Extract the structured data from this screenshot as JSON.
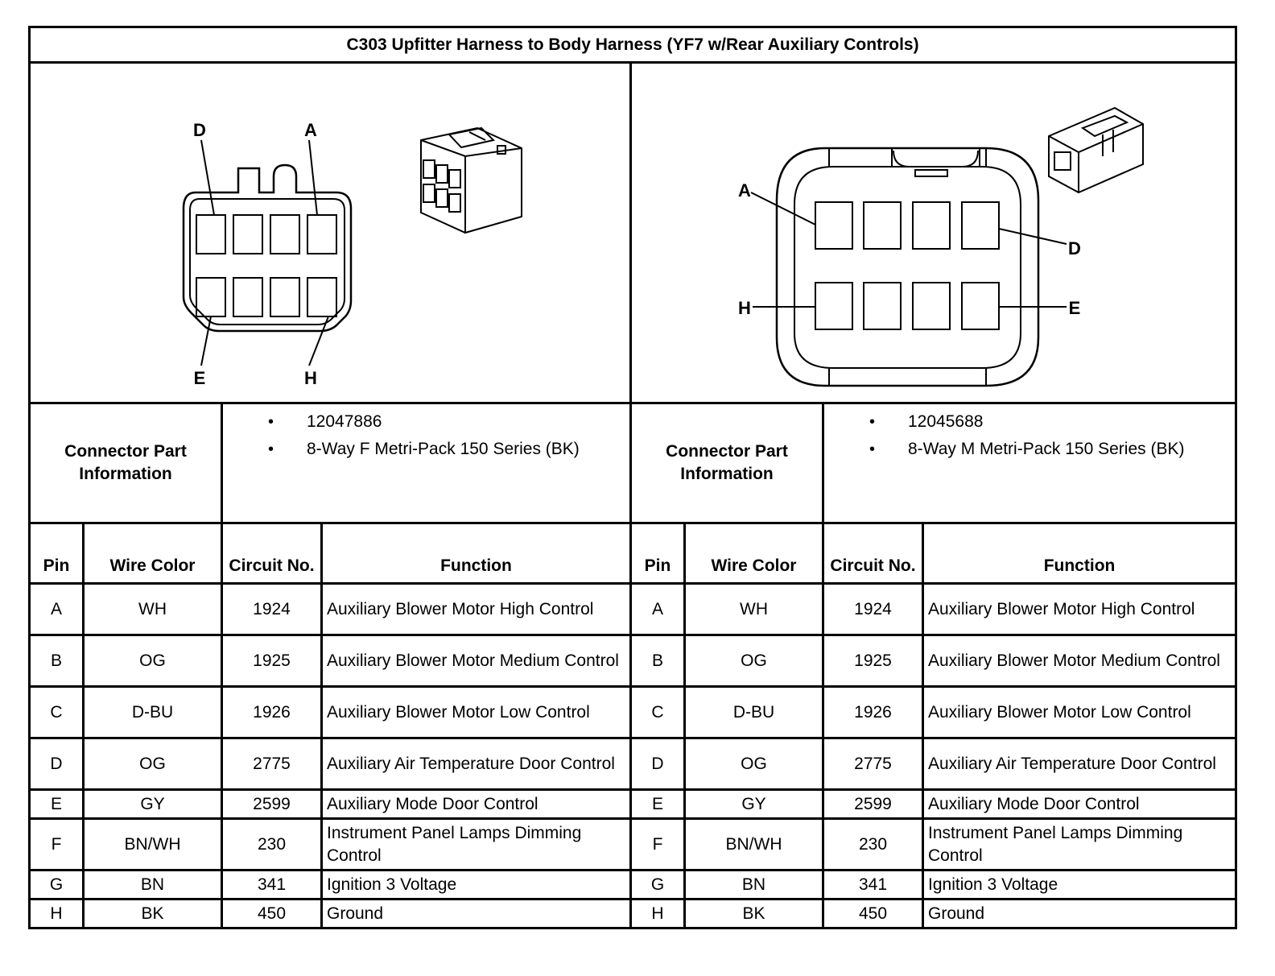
{
  "title": "C303 Upfitter Harness to Body Harness (YF7 w/Rear Auxiliary Controls)",
  "left_connector": {
    "pin_labels": {
      "top_left": "D",
      "top_right": "A",
      "bottom_left": "E",
      "bottom_right": "H"
    },
    "info_label": "Connector Part Information",
    "info_items": [
      "12047886",
      "8-Way F Metri-Pack 150 Series (BK)"
    ]
  },
  "right_connector": {
    "pin_labels": {
      "top_left": "A",
      "top_right": "D",
      "bottom_left": "H",
      "bottom_right": "E"
    },
    "info_label": "Connector Part Information",
    "info_items": [
      "12045688",
      "8-Way M Metri-Pack 150 Series (BK)"
    ]
  },
  "columns": {
    "pin": "Pin",
    "wire_color": "Wire Color",
    "circuit": "Circuit No.",
    "function": "Function"
  },
  "rows": [
    {
      "pin": "A",
      "wire_color": "WH",
      "circuit": "1924",
      "function": "Auxiliary Blower Motor High Control"
    },
    {
      "pin": "B",
      "wire_color": "OG",
      "circuit": "1925",
      "function": "Auxiliary Blower Motor Medium Control"
    },
    {
      "pin": "C",
      "wire_color": "D-BU",
      "circuit": "1926",
      "function": "Auxiliary Blower Motor Low Control"
    },
    {
      "pin": "D",
      "wire_color": "OG",
      "circuit": "2775",
      "function": "Auxiliary Air Temperature Door Control"
    },
    {
      "pin": "E",
      "wire_color": "GY",
      "circuit": "2599",
      "function": "Auxiliary Mode Door Control"
    },
    {
      "pin": "F",
      "wire_color": "BN/WH",
      "circuit": "230",
      "function": "Instrument Panel Lamps Dimming Control"
    },
    {
      "pin": "G",
      "wire_color": "BN",
      "circuit": "341",
      "function": "Ignition 3 Voltage"
    },
    {
      "pin": "H",
      "wire_color": "BK",
      "circuit": "450",
      "function": "Ground"
    }
  ]
}
